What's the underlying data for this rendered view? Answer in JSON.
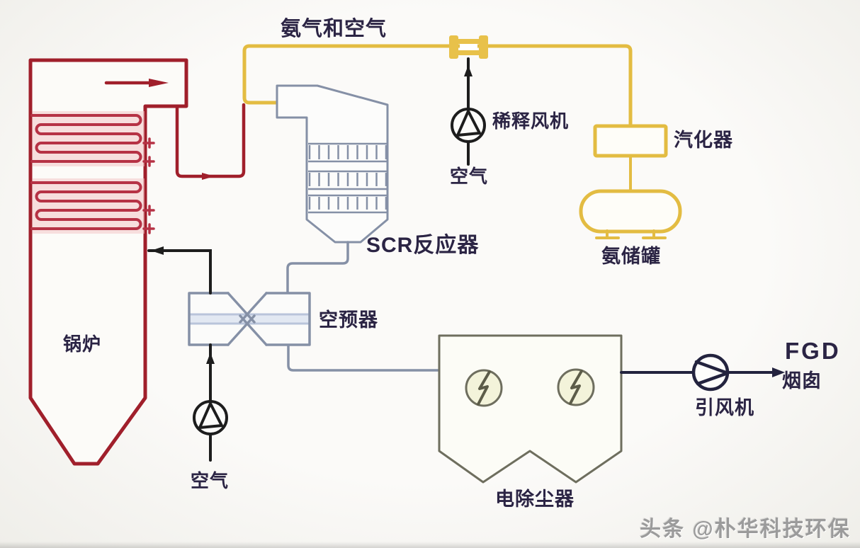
{
  "colors": {
    "red": "#a01f2b",
    "coil": "#b63245",
    "coil_bg": "#f3c6c6",
    "yellow": "#e3bc42",
    "yellow_fill": "#e8c14a",
    "black": "#1d1d1d",
    "slate": "#8590a6",
    "slate_light": "#b9c4da",
    "band_fill": "#e2e8f2",
    "esp": "#6e6e5e",
    "esp_circle_fill": "#f3f3da",
    "esp_bolt": "#5c5c48",
    "navy": "#23233e",
    "label": "#2b2444",
    "watermark": "#9b9b9b"
  },
  "labels": {
    "ammonia_air": "氨气和空气",
    "dilution_fan": "稀释风机",
    "dilution_fan_air": "空气",
    "vaporizer": "汽化器",
    "ammonia_tank": "氨储罐",
    "scr_reactor": "SCR反应器",
    "air_preheater": "空预器",
    "boiler": "锅炉",
    "fd_fan_air": "空气",
    "esp": "电除尘器",
    "id_fan": "引风机",
    "fgd": "FGD",
    "chimney": "烟囱"
  },
  "watermark": "头条 @朴华科技环保"
}
